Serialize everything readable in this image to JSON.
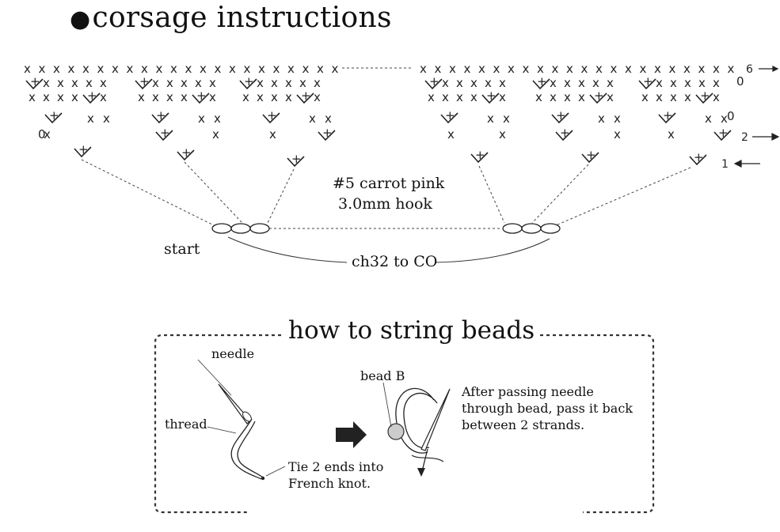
{
  "title": "corsage instructions",
  "chart": {
    "yarn": "#5 carrot pink",
    "hook": "3.0mm hook",
    "start_label": "start",
    "chain_label": "ch32 to CO",
    "row_numbers": [
      "6",
      "2",
      "1"
    ],
    "stitch_symbols": {
      "single": "X",
      "increase": "V",
      "chain": "0",
      "plus": "+"
    }
  },
  "beads": {
    "title": "how to string beads",
    "needle_label": "needle",
    "thread_label": "thread",
    "knot_note_line1": "Tie 2 ends into",
    "knot_note_line2": "French knot.",
    "bead_label": "bead B",
    "pass_note_line1": "After passing needle",
    "pass_note_line2": "through bead, pass it back",
    "pass_note_line3": "between 2 strands."
  }
}
